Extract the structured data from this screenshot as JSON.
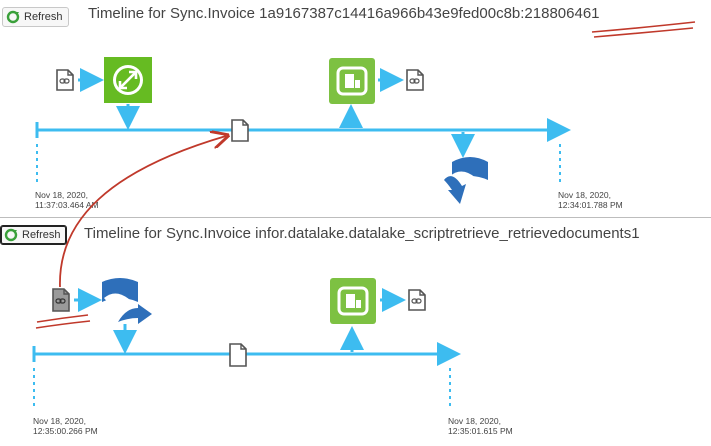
{
  "panels": [
    {
      "refresh_label": "Refresh",
      "title": "Timeline for Sync.Invoice 1a9167387c14416a966b43e9fed00c8b:218806461",
      "start_time": {
        "date": "Nov 18, 2020,",
        "time": "11:37:03.464 AM"
      },
      "end_time": {
        "date": "Nov 18, 2020,",
        "time": "12:34:01.788 PM"
      }
    },
    {
      "refresh_label": "Refresh",
      "title": "Timeline for Sync.Invoice infor.datalake.datalake_scriptretrieve_retrievedocuments1",
      "start_time": {
        "date": "Nov 18, 2020,",
        "time": "12:35:00.266 PM"
      },
      "end_time": {
        "date": "Nov 18, 2020,",
        "time": "12:35:01.615 PM"
      }
    }
  ],
  "colors": {
    "timeline": "#3dbcf0",
    "green_tile": "#7dc142",
    "blue_tile": "#2e6fba",
    "annotation": "#c0392b"
  },
  "icons": [
    "refresh-icon",
    "document-link-icon",
    "document-icon",
    "transform-icon",
    "publish-icon",
    "datalake-icon"
  ]
}
